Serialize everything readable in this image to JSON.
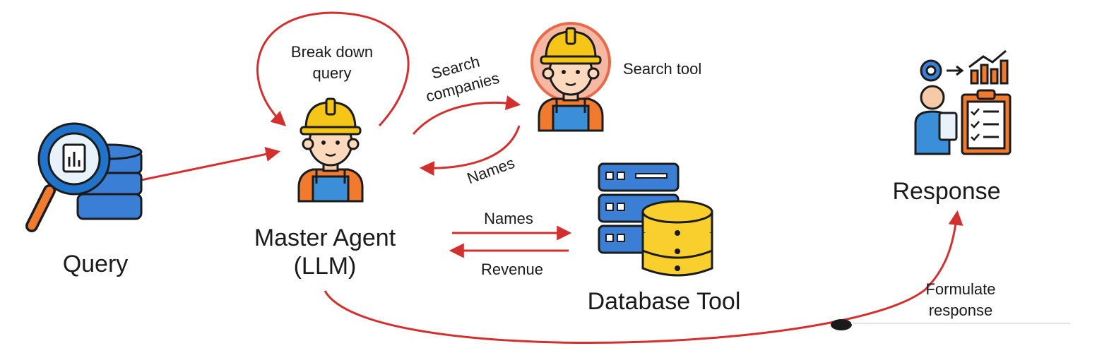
{
  "nodes": {
    "query": {
      "label": "Query",
      "icon": "database-search-icon"
    },
    "master_agent": {
      "label_line1": "Master Agent",
      "label_line2": "(LLM)",
      "icon": "worker-helmet-icon"
    },
    "search_tool": {
      "label": "Search tool",
      "icon": "worker-helmet-icon"
    },
    "database_tool": {
      "label": "Database Tool",
      "icon": "server-database-icon"
    },
    "response": {
      "label": "Response",
      "icon": "analyst-report-icon"
    }
  },
  "edges": {
    "break_down": {
      "line1": "Break down",
      "line2": "query"
    },
    "search_companies": {
      "line1": "Search",
      "line2": "companies"
    },
    "names_back": "Names",
    "names_to_db": "Names",
    "revenue": "Revenue",
    "formulate": {
      "line1": "Formulate",
      "line2": "response"
    }
  },
  "colors": {
    "arrow": "#d32f2f",
    "helmet": "#f5c518",
    "overalls": "#3b8fd9",
    "server": "#3a7fd5",
    "cylinder": "#f8cf2c",
    "outline": "#1b1b1b",
    "search_glow": "#e86a4a"
  }
}
